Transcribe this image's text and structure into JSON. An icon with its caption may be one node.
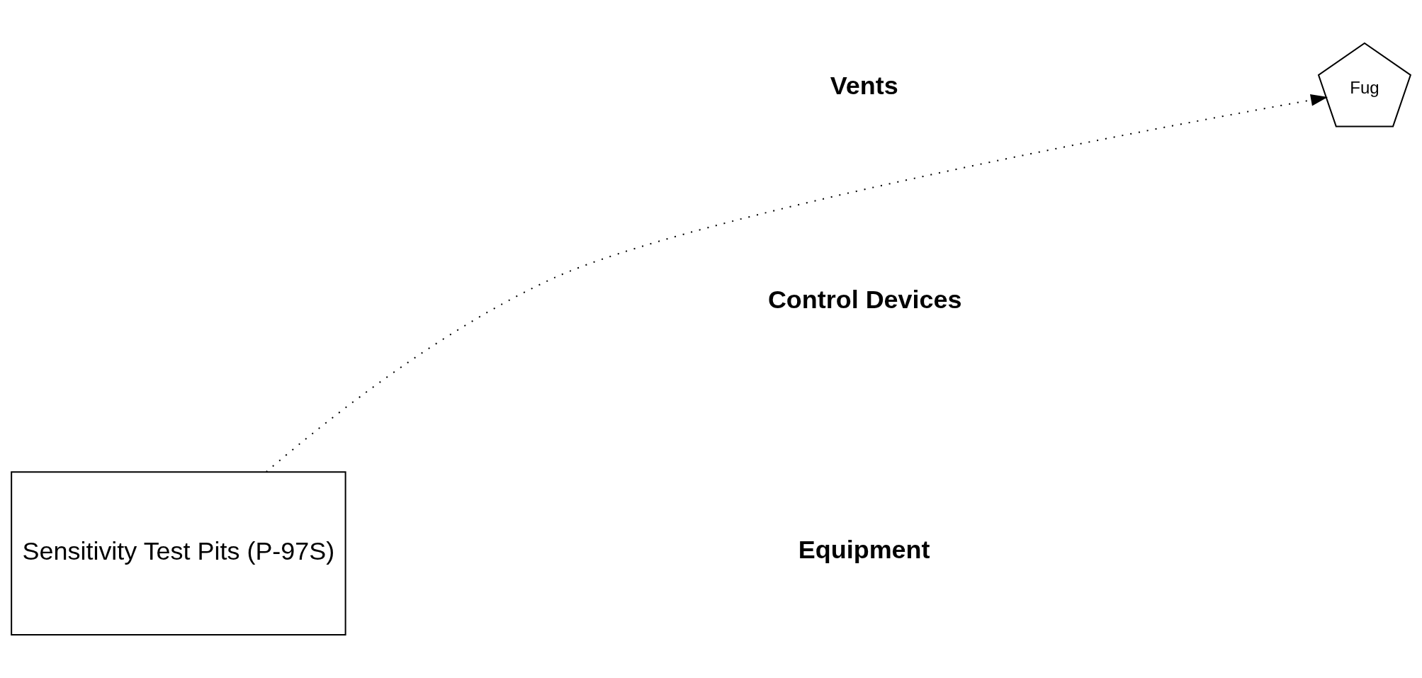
{
  "diagram": {
    "nodes": [
      {
        "text": [
          "Fug"
        ]
      },
      {
        "text": [
          "Sensitivity Test Pits (P-97S)"
        ]
      }
    ],
    "edges": [
      {
        "from": 1,
        "to": 0,
        "arrow": "to",
        "style": "dashed"
      }
    ],
    "labels": [
      "Vents",
      "Control Devices",
      "Equipment"
    ]
  }
}
